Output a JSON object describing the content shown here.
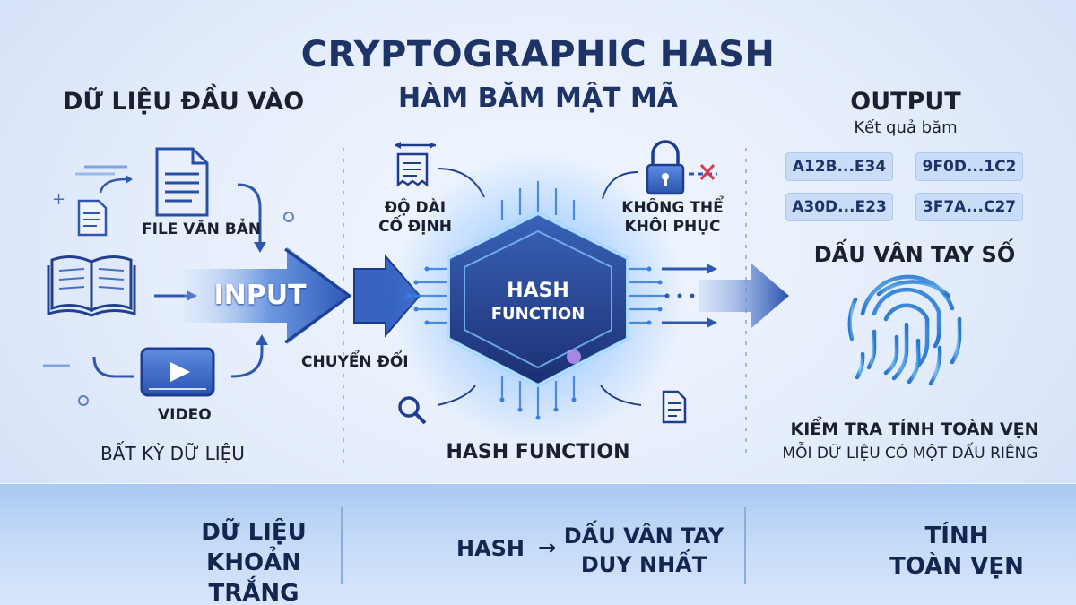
{
  "title": "CRYPTOGRAPHIC HASH",
  "subtitle": "HÀM BĂM MẬT MÃ",
  "input_section": {
    "heading": "DỮ LIỆU ĐẦU VÀO",
    "file_label": "FILE VĂN BẢN",
    "video_label": "VIDEO",
    "any_data_label": "BẤT KỲ DỮ LIỆU",
    "input_label": "INPUT",
    "convert_label": "CHUYỂN ĐỔI"
  },
  "hash_section": {
    "chip_line1": "HASH",
    "chip_line2": "FUNCTION",
    "fixed_length_line1": "ĐỘ DÀI",
    "fixed_length_line2": "CỐ ĐỊNH",
    "irreversible_line1": "KHÔNG THỂ",
    "irreversible_line2": "KHÔI PHỤC",
    "caption": "HASH FUNCTION"
  },
  "output_section": {
    "heading": "OUTPUT",
    "subheading": "Kết quả băm",
    "hashes": [
      "A12B...E34",
      "9F0D...1C2",
      "A30D...E23",
      "3F7A...C27"
    ],
    "fingerprint_heading": "DẤU VÂN TAY SỐ",
    "integrity_check": "KIỂM TRA TÍNH TOÀN VẸN",
    "unique_note": "MỖI DỮ LIỆU CÓ MỘT DẤU RIÊNG"
  },
  "bottom": {
    "item1_line1": "DỮ LIỆU",
    "item1_line2": "KHOẢN TRẮNG",
    "item2_left": "HASH",
    "item2_arrow": "→",
    "item2_line1": "DẤU VÂN TAY",
    "item2_line2": "DUY NHẤT",
    "item3_line1": "TÍNH",
    "item3_line2": "TOÀN VẸN"
  },
  "colors": {
    "navy": "#1e3366",
    "accent_blue": "#2f64c8",
    "chip_glow": "#4fa8ff",
    "light_band": "#a9c9f2"
  },
  "icons": [
    "document-icon",
    "open-book-icon",
    "video-play-icon",
    "ruler-icon",
    "padlock-icon",
    "broken-key-icon",
    "magnifier-icon",
    "fingerprint-icon",
    "files-stack-icon",
    "padlock-check-icon",
    "database-shield-icon",
    "sparkle-icon"
  ]
}
